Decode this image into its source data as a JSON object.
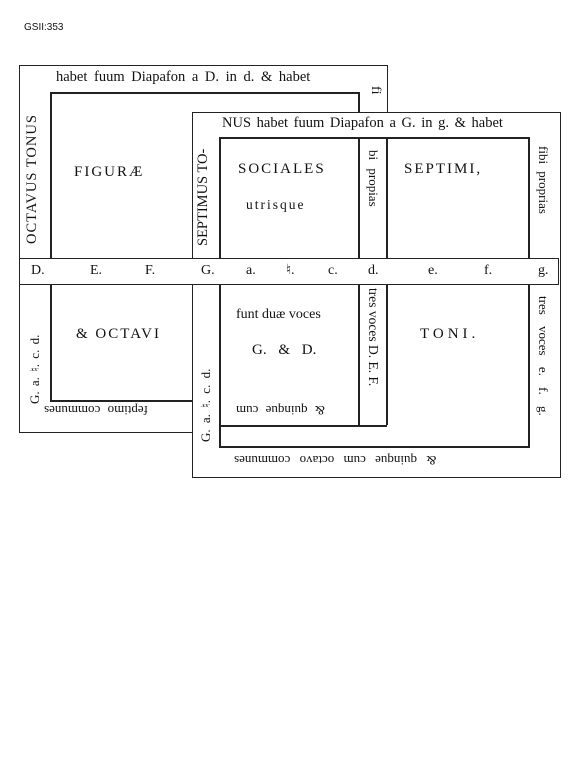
{
  "sheet_id": "GSII:353",
  "octavus": {
    "top_text": "habet fuum Diapafon a D. in d. & habet",
    "left_text": "OCTAVUS TONUS",
    "upper_left_word": "FIGURÆ",
    "lower_left_word": "& OCTAVI",
    "left_lower_vertical": "G. a. ♮. c. d.",
    "bottom_text": "feptimo communes",
    "right_fragment": "fi"
  },
  "septimus": {
    "top_text": "NUS habet fuum Diapafon a G. in g. & habet",
    "left_text": "SEPTIMUS TO-",
    "upper_center_1": "SOCIALES",
    "upper_center_2": "utrisque",
    "col_text_upper": "bi propias",
    "upper_right_word": "SEPTIMI,",
    "right_text_upper": "fibi proprias",
    "lower_center_1": "funt duæ voces",
    "lower_center_2": "G. & D.",
    "col_text_lower": "tres voces D. E. F.",
    "lower_right_word": "TONI.",
    "right_text_lower": "tres voces e. f. g.",
    "left_lower_vertical": "G. a. ♮. c. d.",
    "inner_bottom_text": "& quinque cum",
    "bottom_text": "& quinque cum octavo communes"
  },
  "scale": [
    "D.",
    "E.",
    "F.",
    "G.",
    "a.",
    "♮.",
    "c.",
    "d.",
    "e.",
    "f.",
    "g."
  ],
  "colors": {
    "ink": "#111111",
    "paper": "#ffffff"
  }
}
